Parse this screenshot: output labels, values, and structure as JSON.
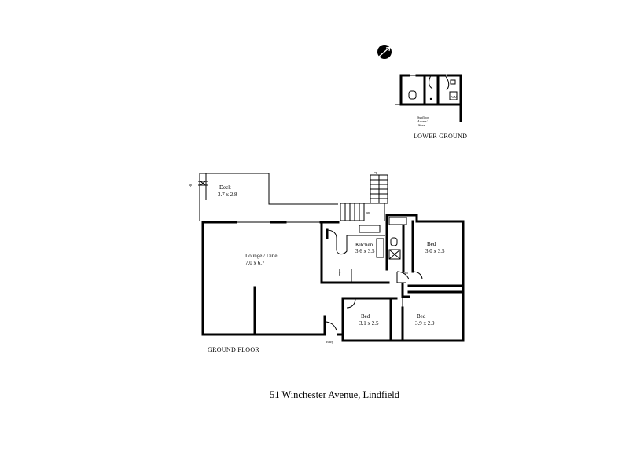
{
  "lower_ground": {
    "label": "LOWER GROUND",
    "subfloor_label": [
      "Subfloor",
      "Access/",
      "Store"
    ],
    "wm_label": "WM"
  },
  "ground_floor": {
    "label": "GROUND FLOOR",
    "rooms": {
      "deck": {
        "name": "Deck",
        "dims": "3.7 x 2.8"
      },
      "lounge": {
        "name": "Lounge / Dine",
        "dims": "7.0 x 6.7"
      },
      "kitchen": {
        "name": "Kitchen",
        "dims": "3.6 x 3.5"
      },
      "bed1": {
        "name": "Bed",
        "dims": "3.0 x 3.5"
      },
      "bed2": {
        "name": "Bed",
        "dims": "3.1 x 2.5"
      },
      "bed3": {
        "name": "Bed",
        "dims": "3.9 x 2.9"
      }
    },
    "entry_label": "Entry",
    "up_label_deck": "up",
    "up_label_stair": "up",
    "cpd_label": "Cpd"
  },
  "address": "51 Winchester Avenue, Lindfield",
  "north_icon": "north-arrow-icon"
}
